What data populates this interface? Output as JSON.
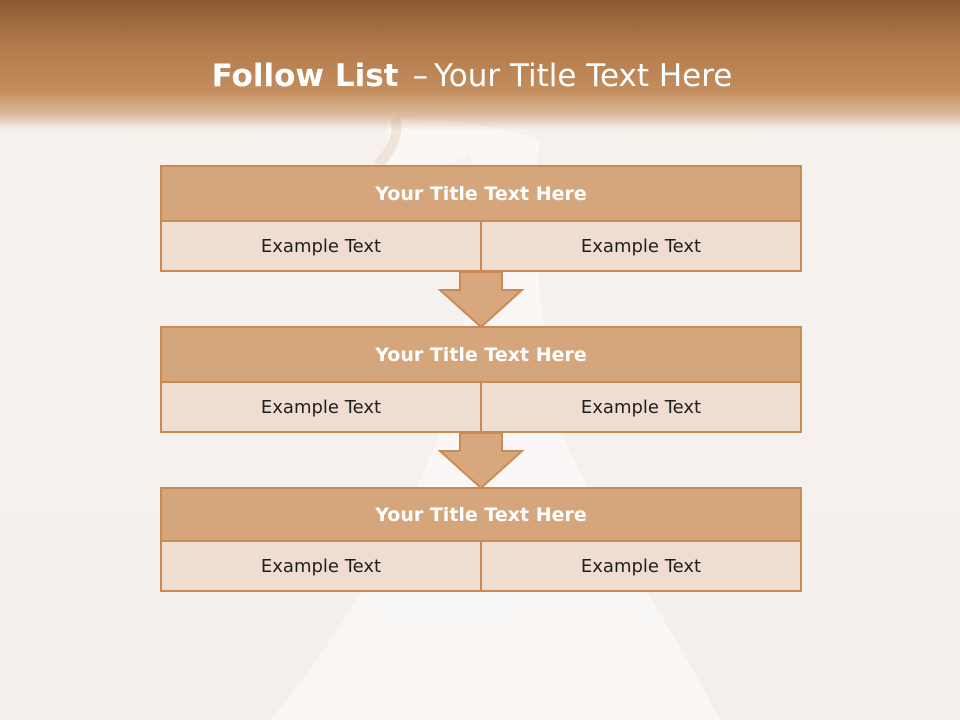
{
  "slide": {
    "title_bold": "Follow List",
    "title_separator": "–",
    "title_rest": "Your Title Text Here"
  },
  "blocks": [
    {
      "title": "Your Title Text Here",
      "left": "Example Text",
      "right": "Example Text"
    },
    {
      "title": "Your Title Text Here",
      "left": "Example Text",
      "right": "Example Text"
    },
    {
      "title": "Your Title Text Here",
      "left": "Example Text",
      "right": "Example Text"
    }
  ],
  "colors": {
    "header_brown": "#b07a4b",
    "title_fill": "#d5a57c",
    "cell_fill": "#f0ddd2",
    "border": "#c98b55",
    "arrow_fill": "#d9a77d"
  }
}
